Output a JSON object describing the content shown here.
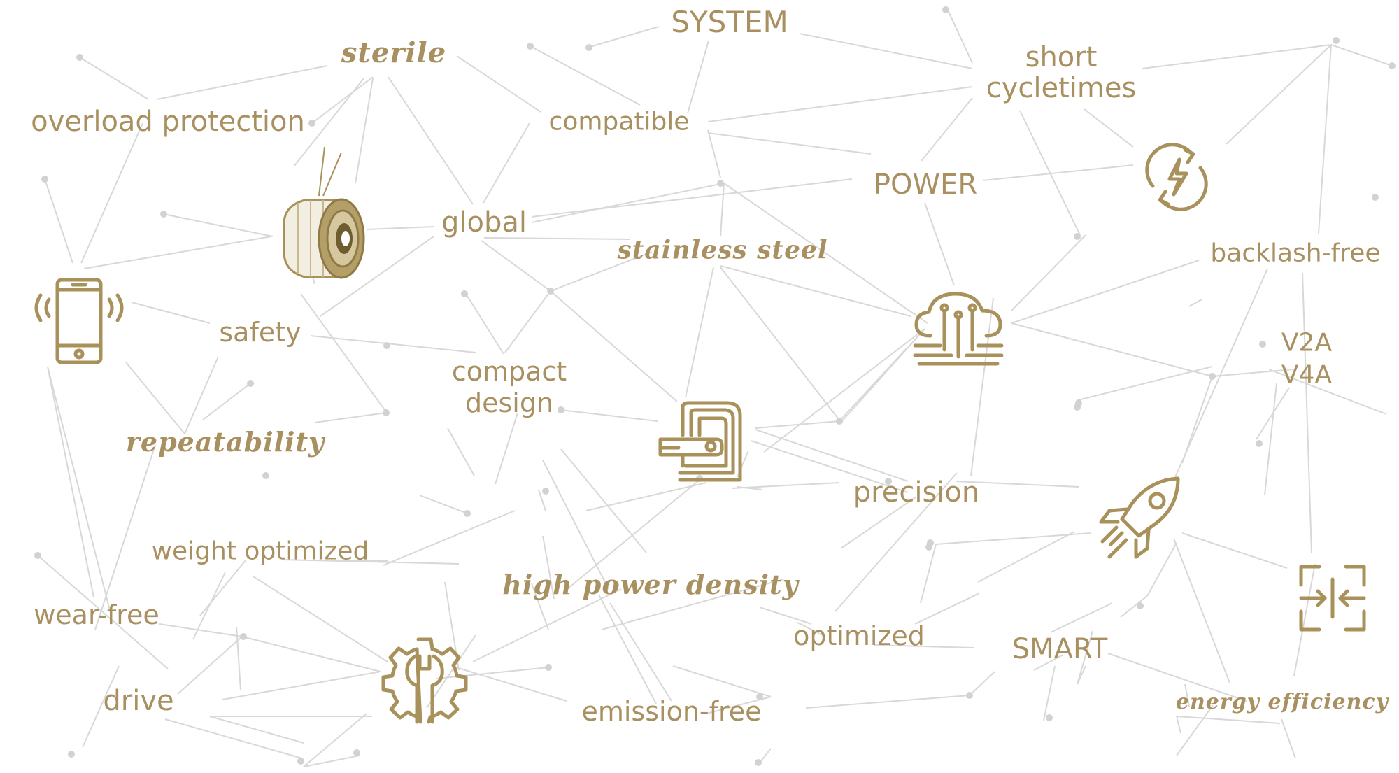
{
  "colors": {
    "accent": "#a8915a",
    "line": "#d8d8d8",
    "node": "#d2d2d2"
  },
  "keywords": {
    "system": "SYSTEM",
    "sterile": "sterile",
    "short_cycletimes_1": "short",
    "short_cycletimes_2": "cycletimes",
    "overload_protection": "overload protection",
    "compatible": "compatible",
    "power": "POWER",
    "global": "global",
    "stainless_steel": "stainless steel",
    "backlash_free": "backlash-free",
    "safety": "safety",
    "compact_design_1": "compact",
    "compact_design_2": "design",
    "v2a": "V2A",
    "v4a": "V4A",
    "repeatability": "repeatability",
    "precision": "precision",
    "weight_optimized": "weight optimized",
    "high_power_density": "high power density",
    "wear_free": "wear-free",
    "optimized": "optimized",
    "smart": "SMART",
    "drive": "drive",
    "emission_free": "emission-free",
    "energy_efficiency": "energy efficiency"
  },
  "icons": [
    "smartphone-icon",
    "clutch-product-image",
    "energy-cycle-icon",
    "cloud-circuit-icon",
    "medical-scanner-icon",
    "rocket-icon",
    "compress-arrows-icon",
    "gear-wrench-icon"
  ]
}
